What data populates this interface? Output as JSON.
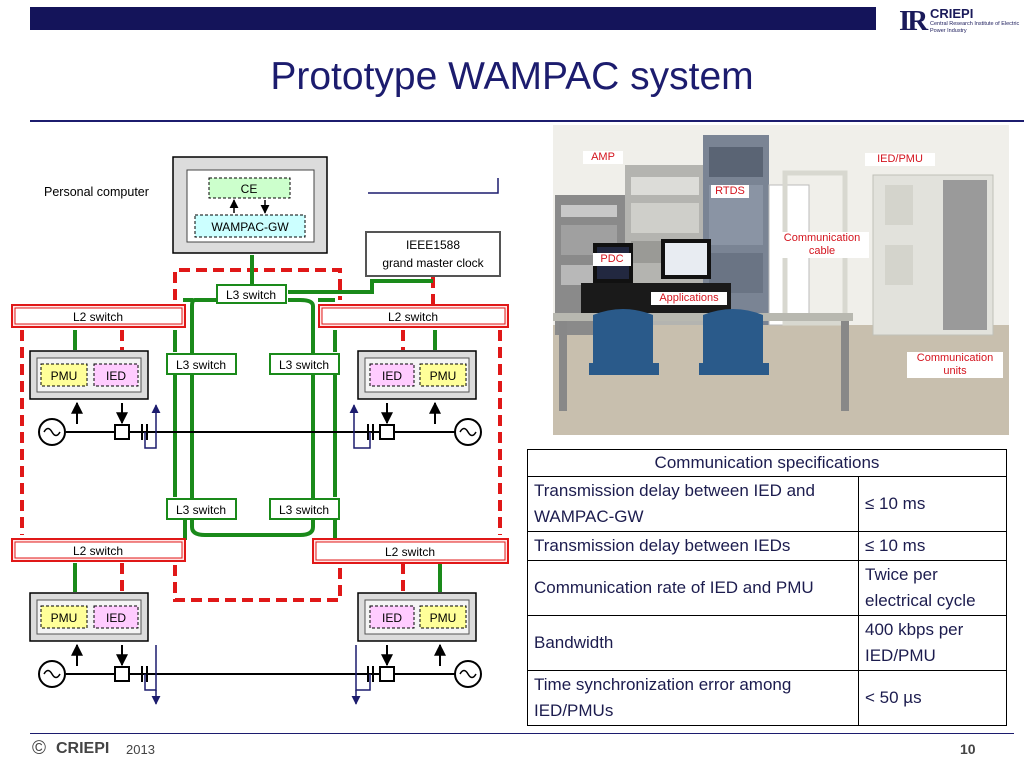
{
  "header": {
    "logo_mark": "IR",
    "logo_name": "CRIEPI",
    "logo_subtitle": "Central Research Institute of Electric Power Industry"
  },
  "slide": {
    "title": "Prototype WAMPAC system"
  },
  "diagram": {
    "personal_computer_label": "Personal computer",
    "ce_label": "CE",
    "gw_label": "WAMPAC-GW",
    "clock_line1": "IEEE1588",
    "clock_line2": "grand master clock",
    "l3_switch": "L3 switch",
    "l2_switch": "L2 switch",
    "pmu": "PMU",
    "ied": "IED"
  },
  "photo_labels": {
    "amp": "AMP",
    "ied_pmu": "IED/PMU",
    "rtds": "RTDS",
    "pdc": "PDC",
    "comm_cable_1": "Communication",
    "comm_cable_2": "cable",
    "applications": "Applications",
    "comm_units_1": "Communication",
    "comm_units_2": "units"
  },
  "spec_table": {
    "header": "Communication specifications",
    "rows": [
      {
        "label": "Transmission delay between IED and WAMPAC-GW",
        "value": "≤ 10 ms"
      },
      {
        "label": "Transmission delay between IEDs",
        "value": "≤ 10 ms"
      },
      {
        "label": "Communication rate of IED and PMU",
        "value": "Twice per electrical cycle"
      },
      {
        "label": "Bandwidth",
        "value": "400 kbps per IED/PMU"
      },
      {
        "label": "Time synchronization error among IED/PMUs",
        "value": "< 50 µs"
      }
    ]
  },
  "footer": {
    "copyright": "©",
    "org": "CRIEPI",
    "year": "2013",
    "page": "10"
  },
  "colors": {
    "navy": "#14145a",
    "green": "#1a8a1a",
    "red_dash": "#e01818",
    "pmu_fill": "#ffff99",
    "ied_fill": "#ffccff",
    "ce_fill": "#ccffcc",
    "gw_fill": "#ccffff"
  }
}
